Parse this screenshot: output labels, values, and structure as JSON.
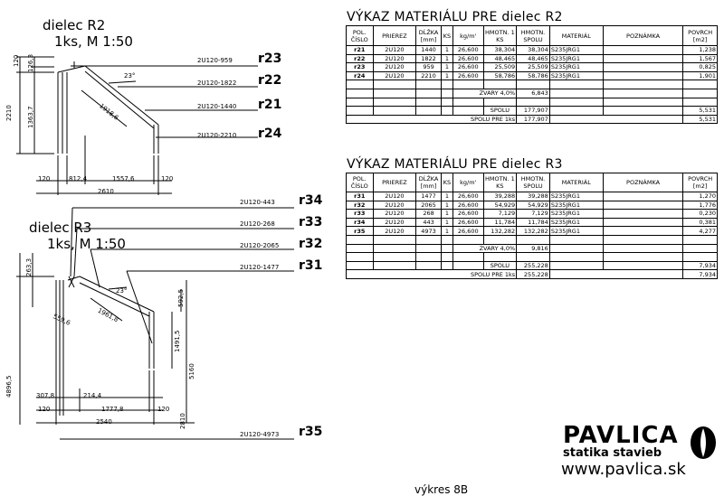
{
  "r2": {
    "title": "dielec R2",
    "scale": "1ks, M 1:50",
    "tags": [
      {
        "id": "r23",
        "profile": "2U120-959"
      },
      {
        "id": "r22",
        "profile": "2U120-1822"
      },
      {
        "id": "r21",
        "profile": "2U120-1440"
      },
      {
        "id": "r24",
        "profile": "2U120-2210"
      }
    ],
    "dims": {
      "d120": "120",
      "d126": "126,3",
      "d2210": "2210",
      "d1363": "1363,7",
      "d1918": "1918,6",
      "angle": "23°",
      "b120a": "120",
      "b812": "812,4",
      "b1557": "1557,6",
      "b120b": "120",
      "b2610": "2610"
    }
  },
  "r3": {
    "title": "dielec R3",
    "scale": "1ks, M 1:50",
    "tags": [
      {
        "id": "r34",
        "profile": "2U120-443"
      },
      {
        "id": "r33",
        "profile": "2U120-268"
      },
      {
        "id": "r32",
        "profile": "2U120-2065"
      },
      {
        "id": "r31",
        "profile": "2U120-1477"
      },
      {
        "id": "r35",
        "profile": "2U120-4973"
      }
    ],
    "dims": {
      "d263": "263,3",
      "d4896": "4896,5",
      "d5160": "5160",
      "d2810": "2810",
      "d1491": "1491,5",
      "d592": "592,5",
      "d559": "559,6",
      "d1961": "1961,8",
      "angle": "23°",
      "b307": "307,8",
      "b214": "214,4",
      "b120a": "120",
      "b1777": "1777,8",
      "b120b": "120",
      "b2540": "2540"
    }
  },
  "tableR2": {
    "title": "VÝKAZ MATERIÁLU PRE dielec R2",
    "headers": [
      "POL. ČÍSLO",
      "PRIEREZ",
      "DĹŽKA [mm]",
      "KS",
      "kg/m'",
      "HMOTN. 1 KS",
      "HMOTN. SPOLU",
      "MATERIÁL",
      "POZNÁMKA",
      "POVRCH [m2]"
    ],
    "rows": [
      [
        "r21",
        "2U120",
        "1440",
        "1",
        "26,600",
        "38,304",
        "38,304",
        "S235JRG1",
        "",
        "1,238"
      ],
      [
        "r22",
        "2U120",
        "1822",
        "1",
        "26,600",
        "48,465",
        "48,465",
        "S235JRG1",
        "",
        "1,567"
      ],
      [
        "r23",
        "2U120",
        "959",
        "1",
        "26,600",
        "25,509",
        "25,509",
        "S235JRG1",
        "",
        "0,825"
      ],
      [
        "r24",
        "2U120",
        "2210",
        "1",
        "26,600",
        "58,786",
        "58,786",
        "S235JRG1",
        "",
        "1,901"
      ]
    ],
    "weld_label": "ZVARY 4,0%",
    "weld_value": "6,843",
    "total_label": "SPOLU",
    "total_value": "177,907",
    "total_area": "5,531",
    "grand_label": "SPOLU PRE 1ks",
    "grand_value": "177,907",
    "grand_area": "5,531"
  },
  "tableR3": {
    "title": "VÝKAZ MATERIÁLU PRE dielec R3",
    "headers": [
      "POL. ČÍSLO",
      "PRIEREZ",
      "DĹŽKA [mm]",
      "KS",
      "kg/m'",
      "HMOTN. 1 KS",
      "HMOTN. SPOLU",
      "MATERIÁL",
      "POZNÁMKA",
      "POVRCH [m2]"
    ],
    "rows": [
      [
        "r31",
        "2U120",
        "1477",
        "1",
        "26,600",
        "39,288",
        "39,288",
        "S235JRG1",
        "",
        "1,270"
      ],
      [
        "r32",
        "2U120",
        "2065",
        "1",
        "26,600",
        "54,929",
        "54,929",
        "S235JRG1",
        "",
        "1,776"
      ],
      [
        "r33",
        "2U120",
        "268",
        "1",
        "26,600",
        "7,129",
        "7,129",
        "S235JRG1",
        "",
        "0,230"
      ],
      [
        "r34",
        "2U120",
        "443",
        "1",
        "26,600",
        "11,784",
        "11,784",
        "S235JRG1",
        "",
        "0,381"
      ],
      [
        "r35",
        "2U120",
        "4973",
        "1",
        "26,600",
        "132,282",
        "132,282",
        "S235JRG1",
        "",
        "4,277"
      ]
    ],
    "weld_label": "ZVARY 4,0%",
    "weld_value": "9,816",
    "total_label": "SPOLU",
    "total_value": "255,228",
    "total_area": "7,934",
    "grand_label": "SPOLU PRE 1ks",
    "grand_value": "255,228",
    "grand_area": "7,934"
  },
  "logo": {
    "name": "PAVLICA",
    "subtitle": "statika stavieb",
    "url": "www.pavlica.sk"
  },
  "footer": {
    "partial": "výkres 8B"
  }
}
